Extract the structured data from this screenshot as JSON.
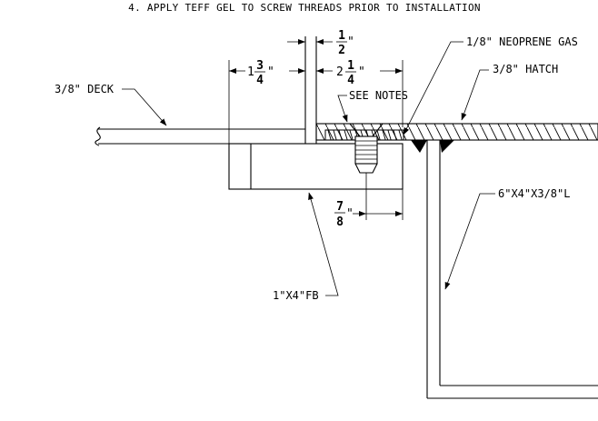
{
  "notes": {
    "note4": "4. APPLY TEFF GEL TO SCREW THREADS PRIOR TO INSTALLATION"
  },
  "callouts": {
    "deck": "3/8\" DECK",
    "gasket": "1/8\" NEOPRENE GAS",
    "hatch": "3/8\" HATCH",
    "see_notes": "SEE NOTES",
    "angle": "6\"X4\"X3/8\"L",
    "flat_bar": "1\"X4\"FB"
  },
  "dimensions": {
    "d1": {
      "whole": "1",
      "num": "3",
      "den": "4",
      "unit": "\""
    },
    "d2": {
      "whole": "",
      "num": "1",
      "den": "2",
      "unit": "\""
    },
    "d3": {
      "whole": "2",
      "num": "1",
      "den": "4",
      "unit": "\""
    },
    "d4": {
      "whole": "",
      "num": "7",
      "den": "8",
      "unit": "\""
    }
  }
}
